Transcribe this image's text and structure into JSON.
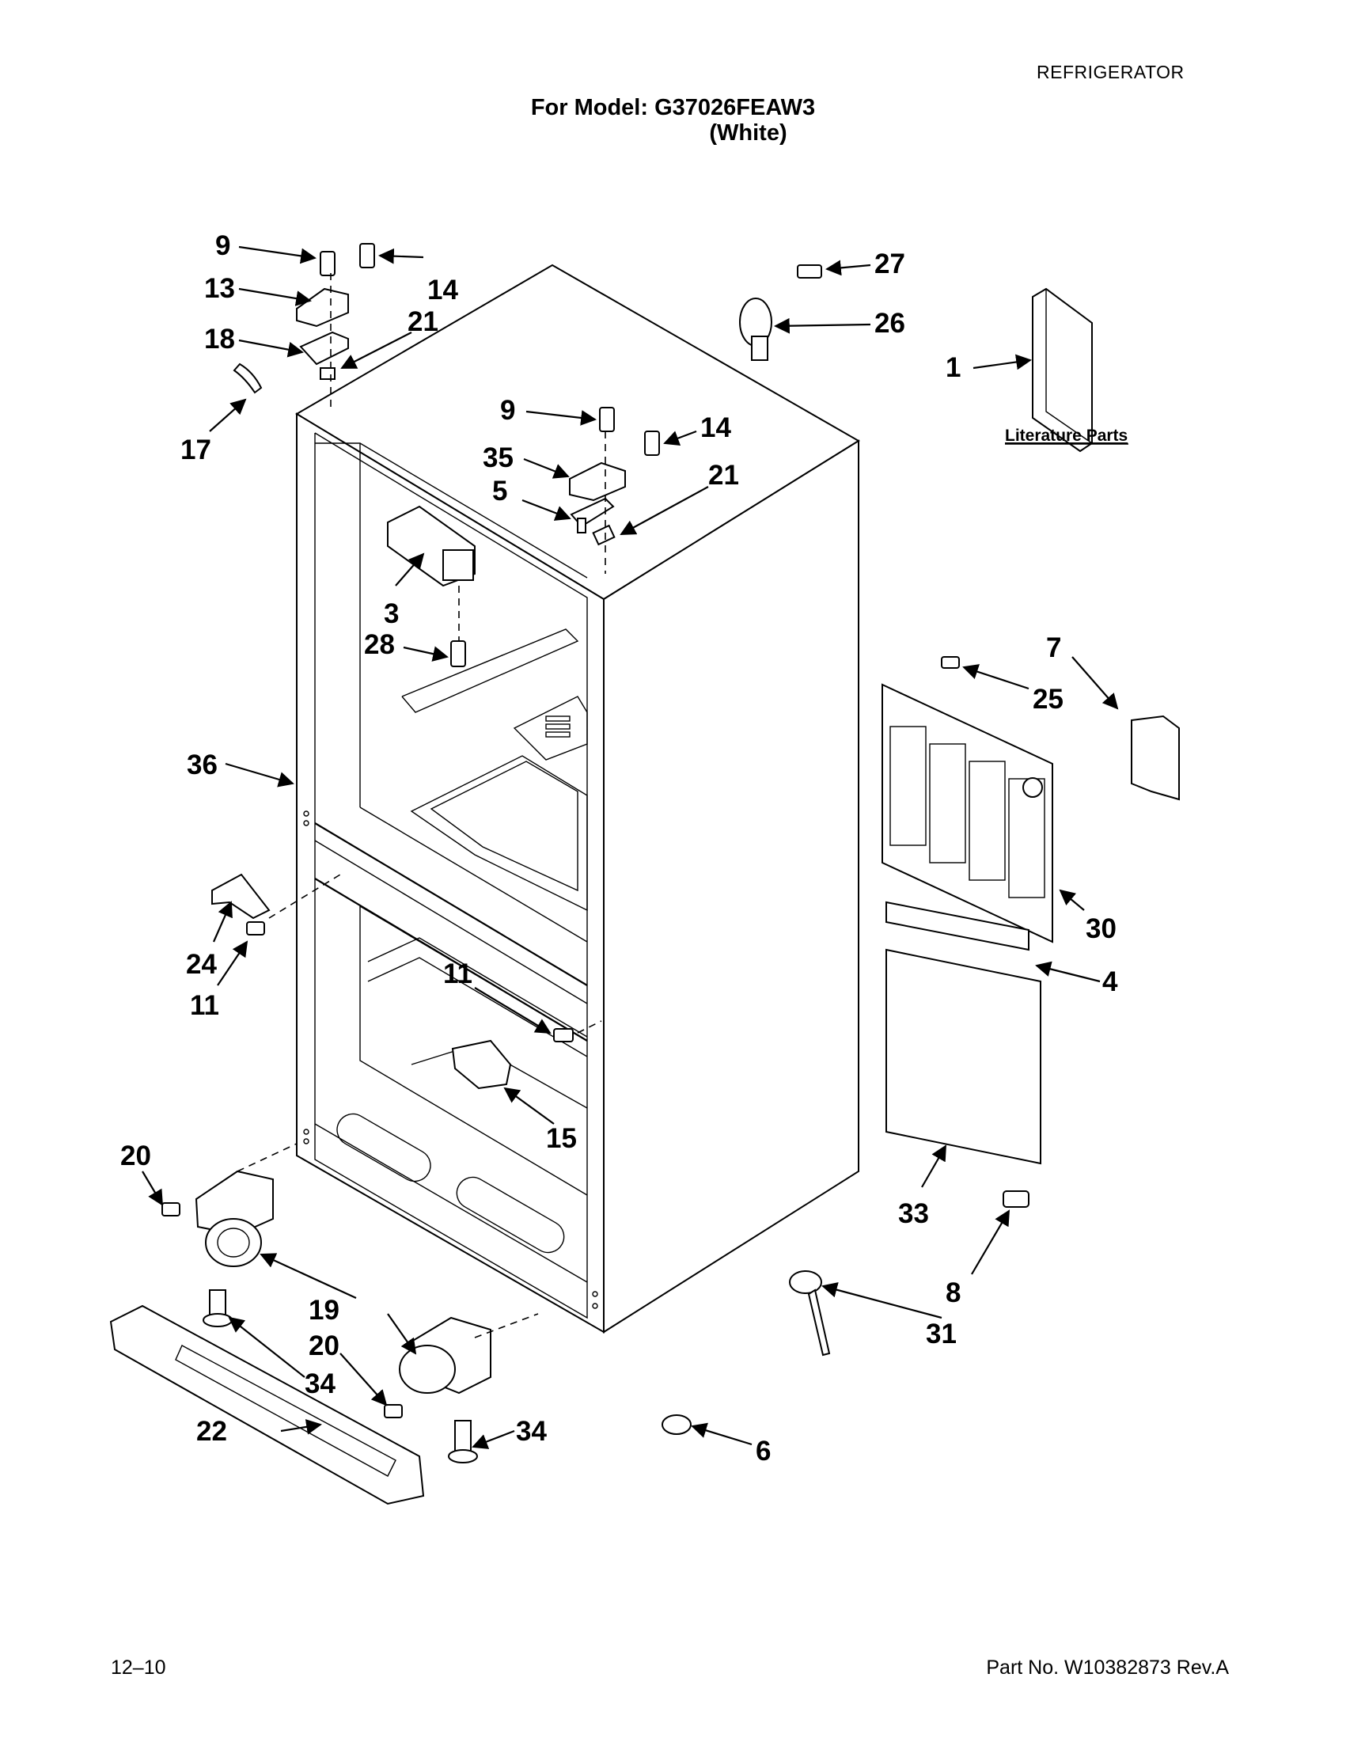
{
  "header": {
    "category": "REFRIGERATOR",
    "model_line": "For Model: G37026FEAW3",
    "color_line": "(White)"
  },
  "literature": {
    "label": "Literature Parts"
  },
  "callouts": [
    {
      "id": "9a",
      "num": "9"
    },
    {
      "id": "13",
      "num": "13"
    },
    {
      "id": "14a",
      "num": "14"
    },
    {
      "id": "18",
      "num": "18"
    },
    {
      "id": "21a",
      "num": "21"
    },
    {
      "id": "17",
      "num": "17"
    },
    {
      "id": "27",
      "num": "27"
    },
    {
      "id": "26",
      "num": "26"
    },
    {
      "id": "1",
      "num": "1"
    },
    {
      "id": "9b",
      "num": "9"
    },
    {
      "id": "14b",
      "num": "14"
    },
    {
      "id": "35",
      "num": "35"
    },
    {
      "id": "21b",
      "num": "21"
    },
    {
      "id": "5",
      "num": "5"
    },
    {
      "id": "3",
      "num": "3"
    },
    {
      "id": "28",
      "num": "28"
    },
    {
      "id": "7",
      "num": "7"
    },
    {
      "id": "25",
      "num": "25"
    },
    {
      "id": "36",
      "num": "36"
    },
    {
      "id": "30",
      "num": "30"
    },
    {
      "id": "24",
      "num": "24"
    },
    {
      "id": "11a",
      "num": "11"
    },
    {
      "id": "11b",
      "num": "11"
    },
    {
      "id": "4",
      "num": "4"
    },
    {
      "id": "15",
      "num": "15"
    },
    {
      "id": "20a",
      "num": "20"
    },
    {
      "id": "33",
      "num": "33"
    },
    {
      "id": "8",
      "num": "8"
    },
    {
      "id": "19",
      "num": "19"
    },
    {
      "id": "31",
      "num": "31"
    },
    {
      "id": "20b",
      "num": "20"
    },
    {
      "id": "34a",
      "num": "34"
    },
    {
      "id": "34b",
      "num": "34"
    },
    {
      "id": "22",
      "num": "22"
    },
    {
      "id": "6",
      "num": "6"
    }
  ],
  "footer": {
    "date": "12–10",
    "part_number": "Part No. W10382873 Rev.A"
  }
}
